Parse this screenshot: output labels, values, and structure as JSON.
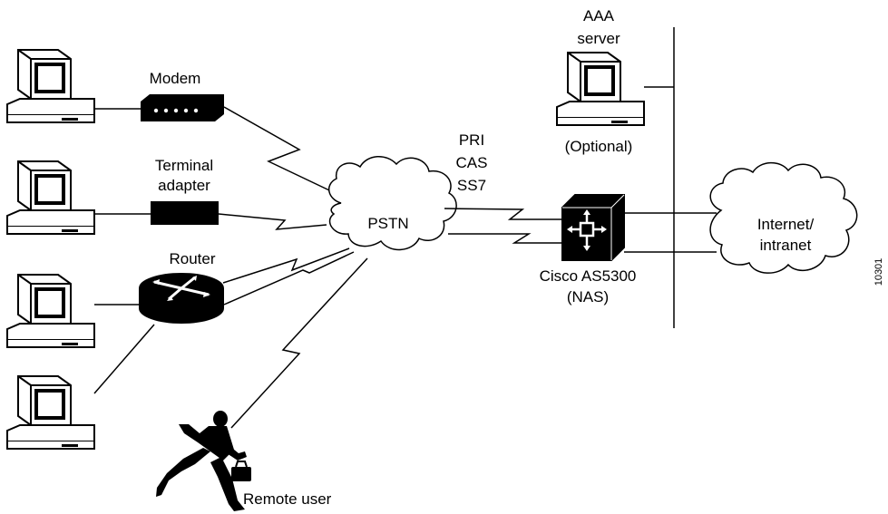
{
  "labels": {
    "modem": "Modem",
    "terminal_adapter_1": "Terminal",
    "terminal_adapter_2": "adapter",
    "router": "Router",
    "pstn": "PSTN",
    "pri": "PRI",
    "cas": "CAS",
    "ss7": "SS7",
    "aaa_1": "AAA",
    "aaa_2": "server",
    "optional": "(Optional)",
    "nas_1": "Cisco AS5300",
    "nas_2": "(NAS)",
    "internet_1": "Internet/",
    "internet_2": "intranet",
    "remote_user": "Remote user",
    "figure_id": "10301"
  }
}
